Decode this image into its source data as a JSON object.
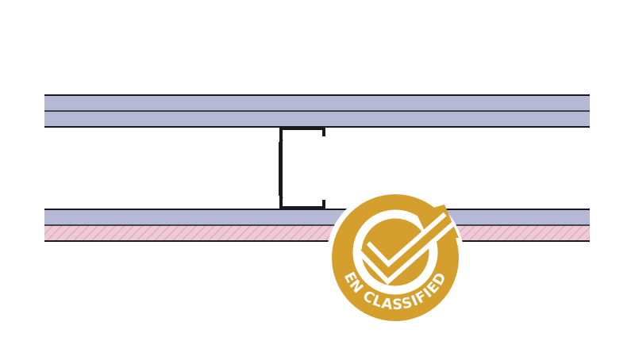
{
  "diagram": {
    "layers": [
      {
        "name": "top-board-upper",
        "fill": "#b6b9d6"
      },
      {
        "name": "top-board-lower",
        "fill": "#b6b9d6"
      },
      {
        "name": "bottom-board",
        "fill": "#b6b9d6"
      },
      {
        "name": "bottom-hatched-layer",
        "fill": "#eecad6"
      }
    ],
    "stud_profile": "c-channel",
    "colors": {
      "board": "#b6b9d6",
      "hatch_background": "#eecad6",
      "hatch_line": "#c98aa2",
      "outline": "#1a1a1a",
      "badge": "#d49f2d",
      "badge_text": "#ffffff"
    }
  },
  "badge": {
    "icon": "check-icon",
    "text": "EN CLASSIFIED"
  }
}
